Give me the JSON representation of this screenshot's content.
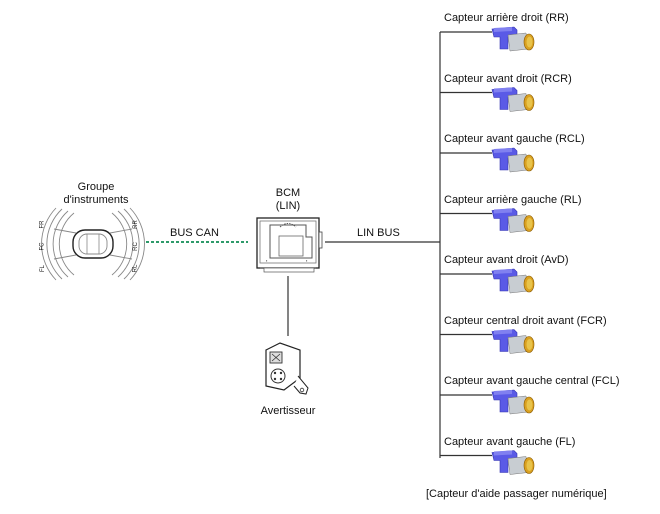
{
  "diagram": {
    "instrument_cluster": {
      "label_line1": "Groupe",
      "label_line2": "d'instruments",
      "zone_labels": {
        "fr": "FR",
        "fc": "FC",
        "fl": "FL",
        "rr": "RR",
        "rc": "RC",
        "rl": "RL"
      }
    },
    "can_bus_label": "BUS CAN",
    "bcm": {
      "label_line1": "BCM",
      "label_line2": "(LIN)"
    },
    "lin_bus_label": "LIN BUS",
    "buzzer_label": "Avertisseur",
    "sensors": [
      {
        "label": "Capteur arrière droit (RR)"
      },
      {
        "label": "Capteur avant droit (RCR)"
      },
      {
        "label": "Capteur avant gauche (RCL)"
      },
      {
        "label": "Capteur arrière gauche (RL)"
      },
      {
        "label": "Capteur avant droit (AvD)"
      },
      {
        "label": "Capteur central droit avant (FCR)"
      },
      {
        "label": "Capteur avant gauche central (FCL)"
      },
      {
        "label": "Capteur avant gauche (FL)"
      }
    ],
    "caption": "[Capteur d'aide passager numérique]",
    "colors": {
      "can_bus": "#2e9a6a",
      "wire": "#333333",
      "sensor_body": "#5a5ae6",
      "sensor_cap": "#c8cdd2",
      "sensor_lens": "#d9a020"
    }
  }
}
